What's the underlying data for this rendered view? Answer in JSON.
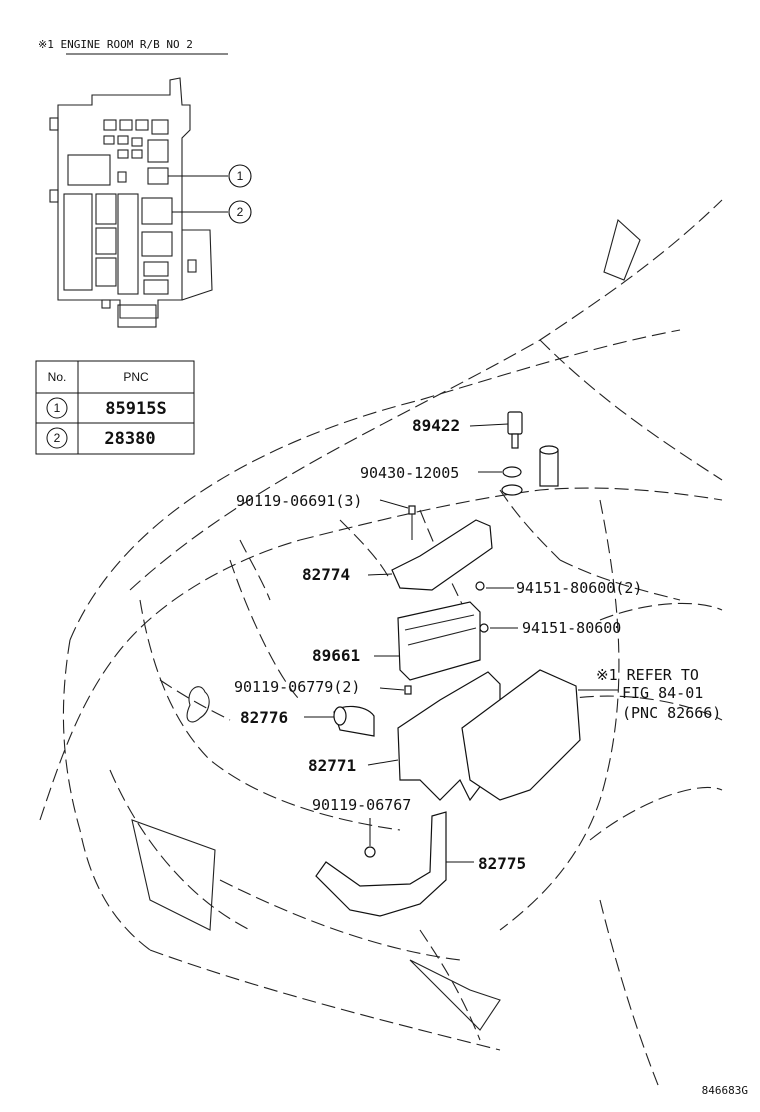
{
  "header": {
    "title": "※1 ENGINE ROOM R/B NO 2"
  },
  "pnc_table": {
    "headers": [
      "No.",
      "PNC"
    ],
    "rows": [
      {
        "no": "1",
        "pnc": "85915S"
      },
      {
        "no": "2",
        "pnc": "28380"
      }
    ]
  },
  "relay_block_callouts": [
    "1",
    "2"
  ],
  "parts": {
    "p89422": "89422",
    "p90430": "90430-12005",
    "p90119_06691": "90119-06691(3)",
    "p82774": "82774",
    "p94151_80600_2": "94151-80600(2)",
    "p94151_80600": "94151-80600",
    "p89661": "89661",
    "p90119_06779": "90119-06779(2)",
    "p82776": "82776",
    "p82771": "82771",
    "p90119_06767": "90119-06767",
    "p82775": "82775"
  },
  "refer_note": {
    "line1": "※1 REFER TO",
    "line2": "FIG 84-01",
    "line3": "(PNC 82666)"
  },
  "figure_code": "846683G"
}
